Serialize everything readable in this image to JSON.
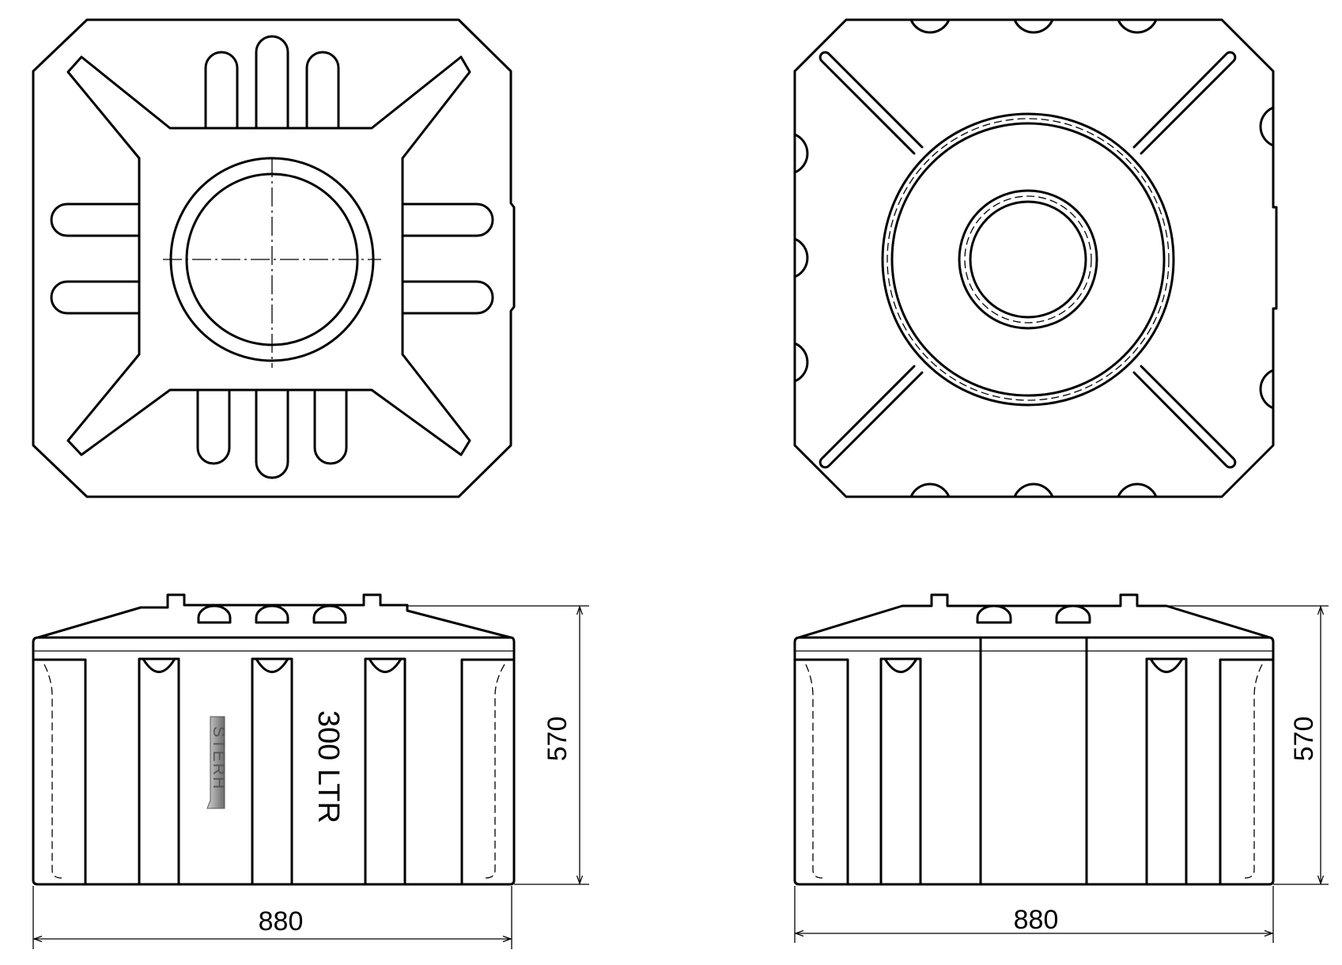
{
  "views": {
    "front_left": {
      "width_dim": "880",
      "height_dim": "570",
      "capacity_label": "300 LTR",
      "logo_text": "STERH"
    },
    "front_right": {
      "width_dim": "880",
      "height_dim": "570"
    }
  }
}
